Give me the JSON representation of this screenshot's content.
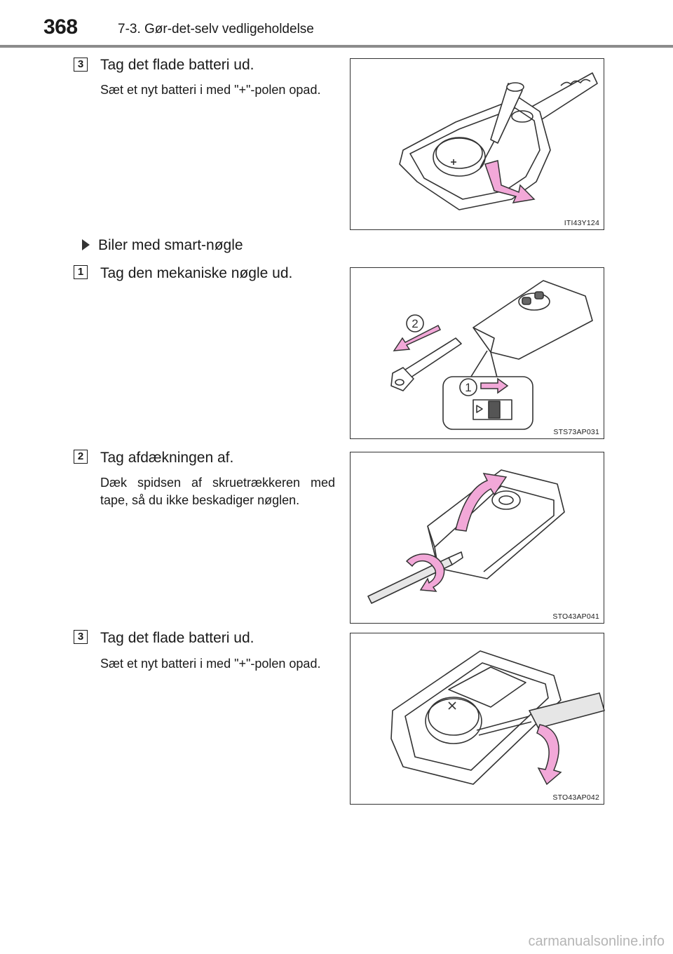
{
  "header": {
    "page_number": "368",
    "chapter_title": "7-3. Gør-det-selv vedligeholdelse"
  },
  "steps": [
    {
      "badge": "3",
      "title": "Tag det flade batteri ud.",
      "body": "Sæt et nyt batteri i med \"+\"-polen opad.",
      "figure_code": "ITI43Y124"
    },
    {
      "badge": "1",
      "title": "Tag den mekaniske nøgle ud.",
      "body": "",
      "figure_code": "STS73AP031",
      "callouts": [
        "2",
        "1"
      ]
    },
    {
      "badge": "2",
      "title": "Tag afdækningen af.",
      "body": "Dæk spidsen af skruetrækkeren med tape, så du ikke beskadiger nøglen.",
      "figure_code": "STO43AP041"
    },
    {
      "badge": "3",
      "title": "Tag det flade batteri ud.",
      "body": "Sæt et nyt batteri i med \"+\"-polen opad.",
      "figure_code": "STO43AP042"
    }
  ],
  "sub_heading": "Biler med smart-nøgle",
  "watermark": "carmanualsonline.info",
  "colors": {
    "arrow_pink": "#f2a8d8",
    "arrow_outline": "#333333",
    "header_rule": "#8c8c8c"
  }
}
